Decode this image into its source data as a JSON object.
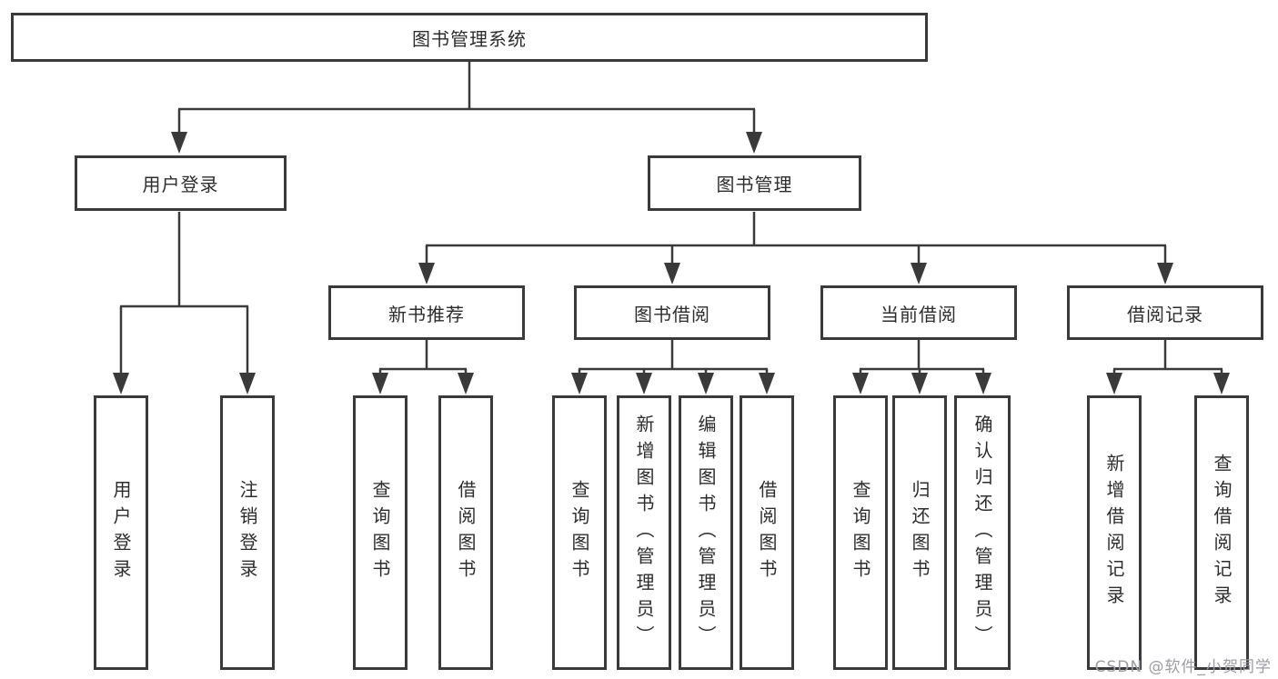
{
  "colors": {
    "line": "#3a3a3a",
    "text": "#2d2d2d",
    "background": "#ffffff",
    "watermark": "#9c9ca2"
  },
  "labels": {
    "root": "图书管理系统",
    "user_login": "用户登录",
    "book_mgmt": "图书管理",
    "new_book_rec": "新书推荐",
    "book_borrow": "图书借阅",
    "current_borrow": "当前借阅",
    "borrow_record": "借阅记录",
    "leaf_user_login": "用户登录",
    "leaf_logout": "注销登录",
    "leaf_query_book_a": "查询图书",
    "leaf_borrow_book_a": "借阅图书",
    "leaf_query_book_b": "查询图书",
    "leaf_add_book": "新增图书（管理员）",
    "leaf_edit_book": "编辑图书（管理员）",
    "leaf_borrow_book_b": "借阅图书",
    "leaf_query_book_c": "查询图书",
    "leaf_return_book": "归还图书",
    "leaf_confirm_return": "确认归还（管理员）",
    "leaf_add_record": "新增借阅记录",
    "leaf_query_record": "查询借阅记录",
    "watermark": "CSDN @软件_小贺同学"
  }
}
